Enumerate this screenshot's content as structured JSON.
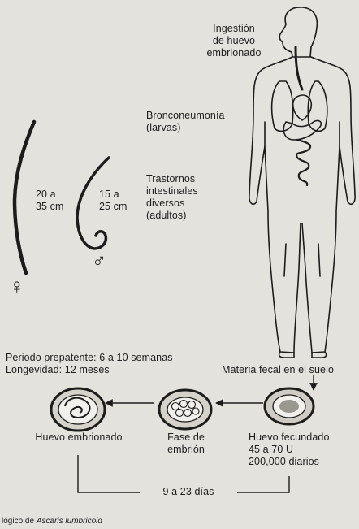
{
  "labels": {
    "ingestion": [
      "Ingestión",
      "de huevo",
      "embrionado"
    ],
    "bronco": [
      "Bronconeumonía",
      "(larvas)"
    ],
    "trastornos": [
      "Trastornos",
      "intestinales",
      "diversos",
      "(adultos)"
    ],
    "female_size": [
      "20 a",
      "35 cm"
    ],
    "male_size": [
      "15 a",
      "25 cm"
    ],
    "periodo": "Periodo prepatente: 6 a 10 semanas",
    "longevidad": "Longevidad: 12 meses",
    "materia": "Materia fecal en el suelo",
    "huevo_embrionado": "Huevo embrionado",
    "fase": [
      "Fase de",
      "embrión"
    ],
    "huevo_fecundado": [
      "Huevo fecundado",
      "45 a 70 U",
      "200,000 diarios"
    ],
    "dias": "9 a 23 días",
    "caption_prefix": "lógico de ",
    "caption_species": "Ascaris lumbricoid"
  },
  "symbols": {
    "female": "♀",
    "male": "♂"
  },
  "colors": {
    "background": "#e4e2dc",
    "ink": "#1c1c1c"
  }
}
